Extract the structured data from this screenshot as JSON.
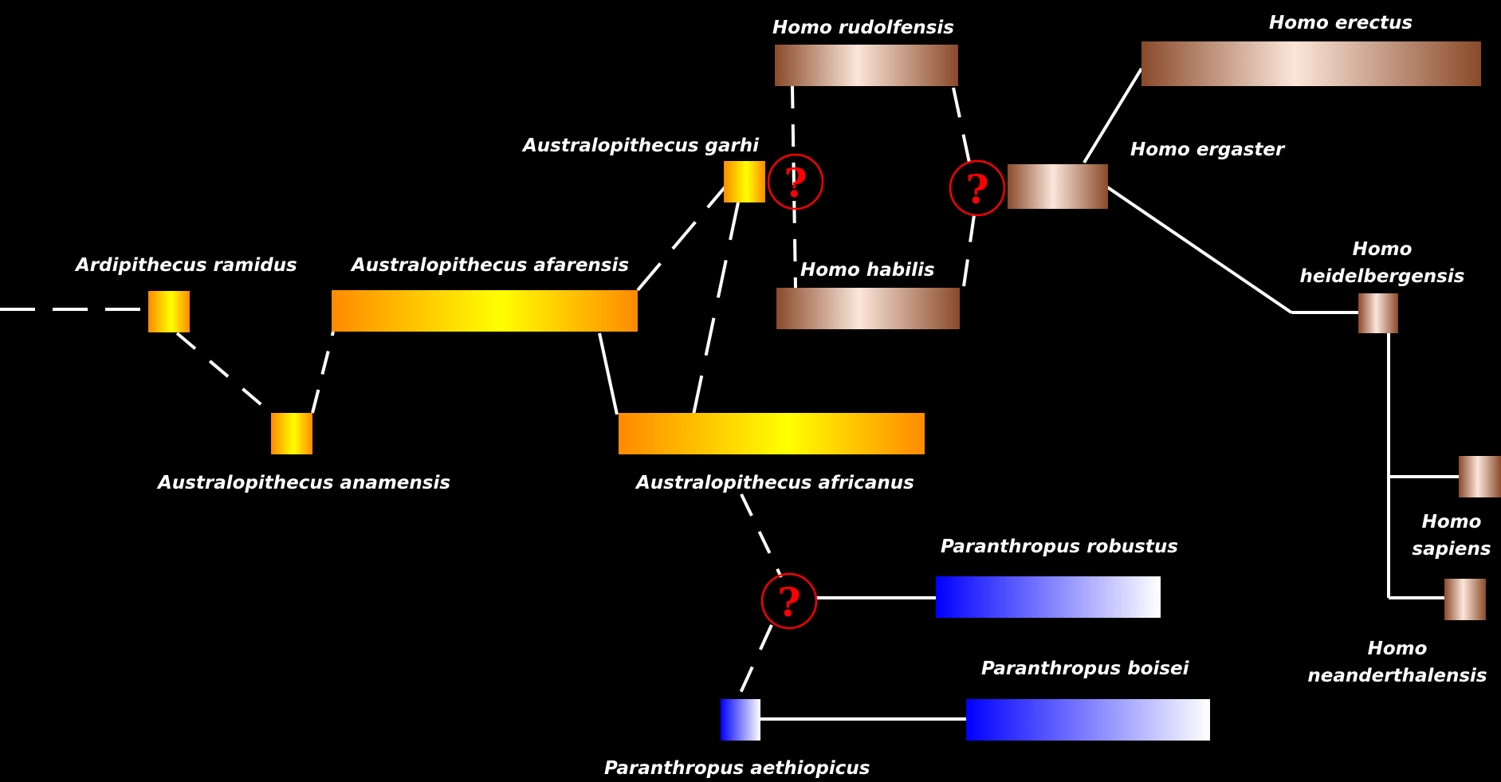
{
  "species": {
    "ardipithecus_ramidus": "Ardipithecus ramidus",
    "australopithecus_anamensis": "Australopithecus anamensis",
    "australopithecus_afarensis": "Australopithecus afarensis",
    "australopithecus_garhi": "Australopithecus garhi",
    "australopithecus_africanus": "Australopithecus africanus",
    "paranthropus_aethiopicus": "Paranthropus aethiopicus",
    "paranthropus_robustus": "Paranthropus robustus",
    "paranthropus_boisei": "Paranthropus boisei",
    "homo_rudolfensis": "Homo rudolfensis",
    "homo_habilis": "Homo habilis",
    "homo_erectus": "Homo erectus",
    "homo_ergaster": "Homo ergaster",
    "homo_heidelbergensis_1": "Homo",
    "homo_heidelbergensis_2": "heidelbergensis",
    "homo_sapiens_1": "Homo",
    "homo_sapiens_2": "sapiens",
    "homo_neanderthalensis_1": "Homo",
    "homo_neanderthalensis_2": "neanderthalensis"
  },
  "uncertainty_mark": "?",
  "colors": {
    "background": "#000000",
    "australopith_dark": "#ff8a00",
    "australopith_light": "#ffff00",
    "homo_dark": "#8a4a2a",
    "homo_light": "#fbe6da",
    "paranthropus_dark": "#0000ff",
    "paranthropus_light": "#ffffff",
    "question_mark": "#ff0000",
    "line": "#ffffff"
  }
}
